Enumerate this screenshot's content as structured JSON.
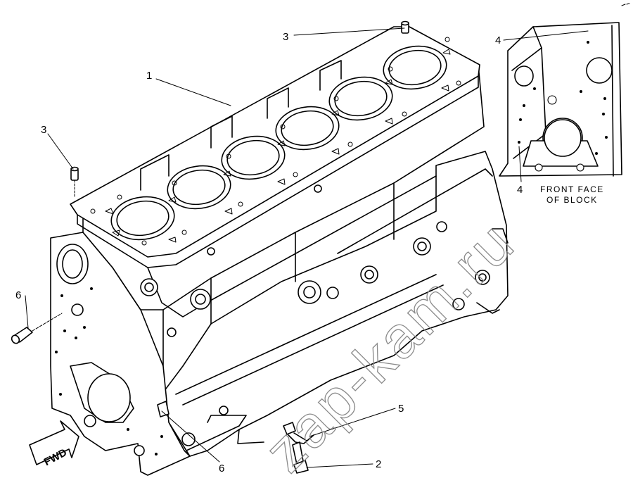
{
  "callouts": [
    {
      "id": "1",
      "label": "1"
    },
    {
      "id": "2",
      "label": "2"
    },
    {
      "id": "3a",
      "label": "3"
    },
    {
      "id": "3b",
      "label": "3"
    },
    {
      "id": "4a",
      "label": "4"
    },
    {
      "id": "4b",
      "label": "4"
    },
    {
      "id": "5",
      "label": "5"
    },
    {
      "id": "6a",
      "label": "6"
    },
    {
      "id": "6b",
      "label": "6"
    }
  ],
  "inset": {
    "caption_line1": "FRONT FACE",
    "caption_line2": "OF BLOCK"
  },
  "direction_arrow": {
    "label": "FWD"
  },
  "watermark": {
    "text": "zap-kam.ru"
  },
  "colors": {
    "ink": "#000000",
    "paper": "#ffffff",
    "watermark": "#8a8a8a"
  }
}
